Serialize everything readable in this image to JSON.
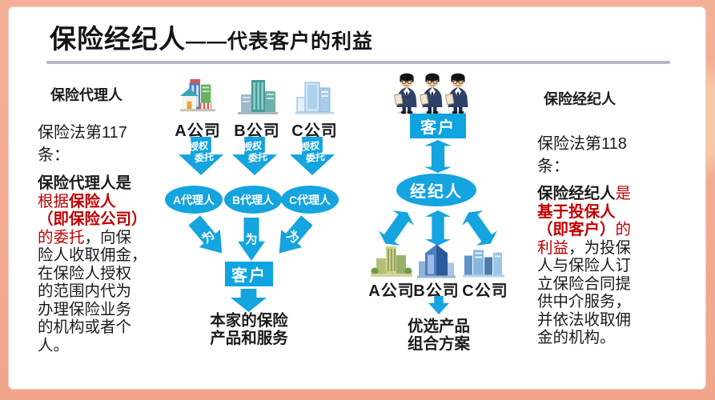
{
  "title": {
    "main": "保险经纪人",
    "sub": "——代表客户的利益"
  },
  "colors": {
    "arrow_blue": "#14A4DF",
    "box_blue": "#0EA4E0",
    "accent_red": "#C00000",
    "divider_gray": "#B6B6C6",
    "border_peach": "#F2AA8F"
  },
  "left_panel": {
    "heading": "保险代理人",
    "law": "保险法第117\n条：",
    "para": {
      "s1": "保险代理人是\n",
      "s2": "根据",
      "s3": "保险人\n（即保险公司）\n",
      "s4": "的委托",
      "s5": "，向保\n险人收取佣金，\n在保险人授权\n的范围内代为\n办理保险业务\n的机构或者个\n人。"
    }
  },
  "agent_flow": {
    "companies": [
      "A公司",
      "B公司",
      "C公司"
    ],
    "delegate_line1": "授权",
    "delegate_line2": "委托",
    "agents": [
      "A代理人",
      "B代理人",
      "C代理人"
    ],
    "for_label": "为",
    "client": "客户",
    "result": "本家的保险\n产品和服务"
  },
  "broker_flow": {
    "client": "客户",
    "broker": "经纪人",
    "companies": [
      "A公司",
      "B公司",
      "C公司"
    ],
    "result": "优选产品\n组合方案"
  },
  "right_panel": {
    "heading": "保险经纪人",
    "law": "保险法第118\n条：",
    "para": {
      "s1": "保险经纪人",
      "s2": "是\n",
      "s3": "基于投保人\n（即客户）",
      "s4": "的\n利益",
      "s5": "，为投保\n人与保险人订\n立保险合同提\n供中介服务，\n并依法收取佣\n金的机构。"
    }
  },
  "icons": {
    "company_building": "building-icon",
    "client_person": "businessman-icon"
  }
}
